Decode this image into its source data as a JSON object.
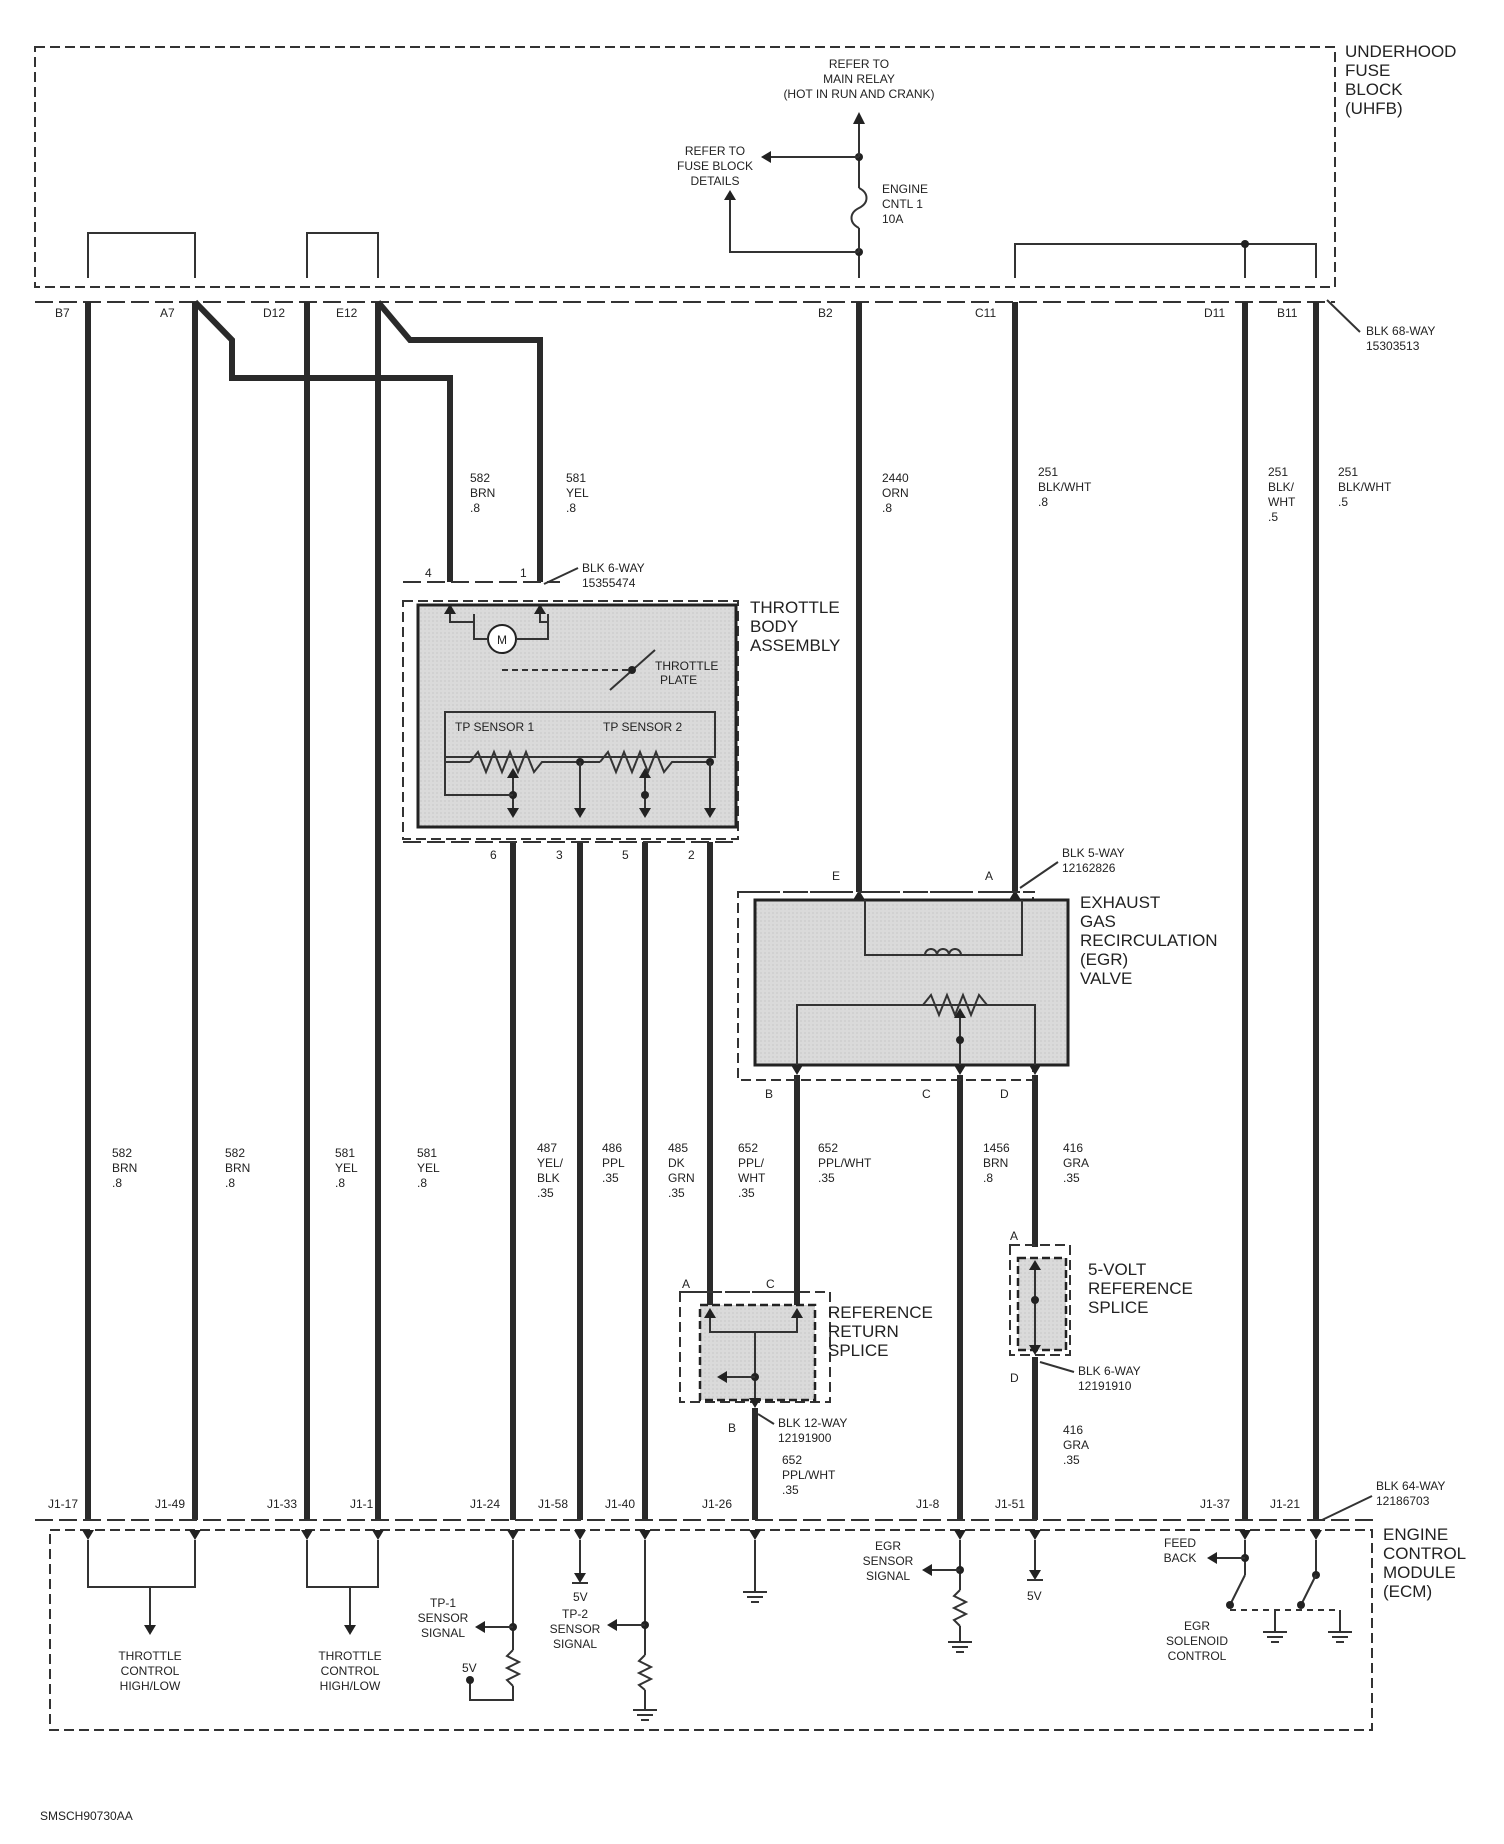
{
  "uhfb": {
    "label": [
      "UNDERHOOD",
      "FUSE",
      "BLOCK",
      "(UHFB)"
    ]
  },
  "main_relay": {
    "label": [
      "REFER TO",
      "MAIN RELAY",
      "(HOT IN RUN AND CRANK)"
    ]
  },
  "fuse_block_details": {
    "label": [
      "REFER TO",
      "FUSE BLOCK",
      "DETAILS"
    ]
  },
  "fuse": {
    "label": [
      "ENGINE",
      "CNTL 1",
      "10A"
    ]
  },
  "connector_68": {
    "label": [
      "BLK 68-WAY",
      "15303513"
    ]
  },
  "uhfb_pins": [
    "B7",
    "A7",
    "D12",
    "E12",
    "B2",
    "C11",
    "D11",
    "B11"
  ],
  "throttle_body": {
    "label": [
      "THROTTLE",
      "BODY",
      "ASSEMBLY"
    ],
    "connector": [
      "BLK 6-WAY",
      "15355474"
    ],
    "top_pins": [
      "4",
      "1"
    ],
    "bottom_pins": [
      "6",
      "3",
      "5",
      "2"
    ],
    "motor": "M",
    "plate_label": [
      "THROTTLE",
      "PLATE"
    ],
    "sensor1": "TP SENSOR 1",
    "sensor2": "TP SENSOR 2"
  },
  "egr_valve": {
    "label": [
      "EXHAUST",
      "GAS",
      "RECIRCULATION",
      "(EGR)",
      "VALVE"
    ],
    "connector": [
      "BLK 5-WAY",
      "12162826"
    ],
    "top_pins": [
      "E",
      "A"
    ],
    "bottom_pins": [
      "B",
      "C",
      "D"
    ]
  },
  "ref_return_splice": {
    "label": [
      "REFERENCE",
      "RETURN",
      "SPLICE"
    ],
    "connector": [
      "BLK 12-WAY",
      "12191900"
    ],
    "pins": [
      "A",
      "C",
      "B"
    ]
  },
  "ref_5v_splice": {
    "label": [
      "5-VOLT",
      "REFERENCE",
      "SPLICE"
    ],
    "connector": [
      "BLK 6-WAY",
      "12191910"
    ],
    "pins": [
      "A",
      "D"
    ]
  },
  "ecm": {
    "label": [
      "ENGINE",
      "CONTROL",
      "MODULE",
      "(ECM)"
    ],
    "connector": [
      "BLK 64-WAY",
      "12186703"
    ],
    "pins": [
      "J1-17",
      "J1-49",
      "J1-33",
      "J1-1",
      "J1-24",
      "J1-58",
      "J1-40",
      "J1-26",
      "J1-8",
      "J1-51",
      "J1-37",
      "J1-21"
    ],
    "throttle_ctl_1": [
      "THROTTLE",
      "CONTROL",
      "HIGH/LOW"
    ],
    "throttle_ctl_2": [
      "THROTTLE",
      "CONTROL",
      "HIGH/LOW"
    ],
    "tp1_signal": [
      "TP-1",
      "SENSOR",
      "SIGNAL"
    ],
    "tp2_signal": [
      "TP-2",
      "SENSOR",
      "SIGNAL"
    ],
    "v5_a": "5V",
    "v5_b": "5V",
    "v5_c": "5V",
    "egr_sensor_signal": [
      "EGR",
      "SENSOR",
      "SIGNAL"
    ],
    "feed_back": [
      "FEED",
      "BACK"
    ],
    "egr_solenoid": [
      "EGR",
      "SOLENOID",
      "CONTROL"
    ]
  },
  "wires": {
    "w582_upper": [
      "582",
      "BRN",
      ".8"
    ],
    "w581_upper": [
      "581",
      "YEL",
      ".8"
    ],
    "w2440": [
      "2440",
      "ORN",
      ".8"
    ],
    "w251_c11": [
      "251",
      "BLK/WHT",
      ".8"
    ],
    "w251_d11": [
      "251",
      "BLK/",
      "WHT",
      ".5"
    ],
    "w251_b11": [
      "251",
      "BLK/WHT",
      ".5"
    ],
    "w582_a": [
      "582",
      "BRN",
      ".8"
    ],
    "w582_b": [
      "582",
      "BRN",
      ".8"
    ],
    "w581_a": [
      "581",
      "YEL",
      ".8"
    ],
    "w581_b": [
      "581",
      "YEL",
      ".8"
    ],
    "w487": [
      "487",
      "YEL/",
      "BLK",
      ".35"
    ],
    "w486": [
      "486",
      "PPL",
      ".35"
    ],
    "w485": [
      "485",
      "DK",
      "GRN",
      ".35"
    ],
    "w652_a": [
      "652",
      "PPL/",
      "WHT",
      ".35"
    ],
    "w652_b": [
      "652",
      "PPL/WHT",
      ".35"
    ],
    "w1456": [
      "1456",
      "BRN",
      ".8"
    ],
    "w416_a": [
      "416",
      "GRA",
      ".35"
    ],
    "w416_b": [
      "416",
      "GRA",
      ".35"
    ],
    "w652_c": [
      "652",
      "PPL/WHT",
      ".35"
    ]
  },
  "figure_id": "SMSCH90730AA"
}
